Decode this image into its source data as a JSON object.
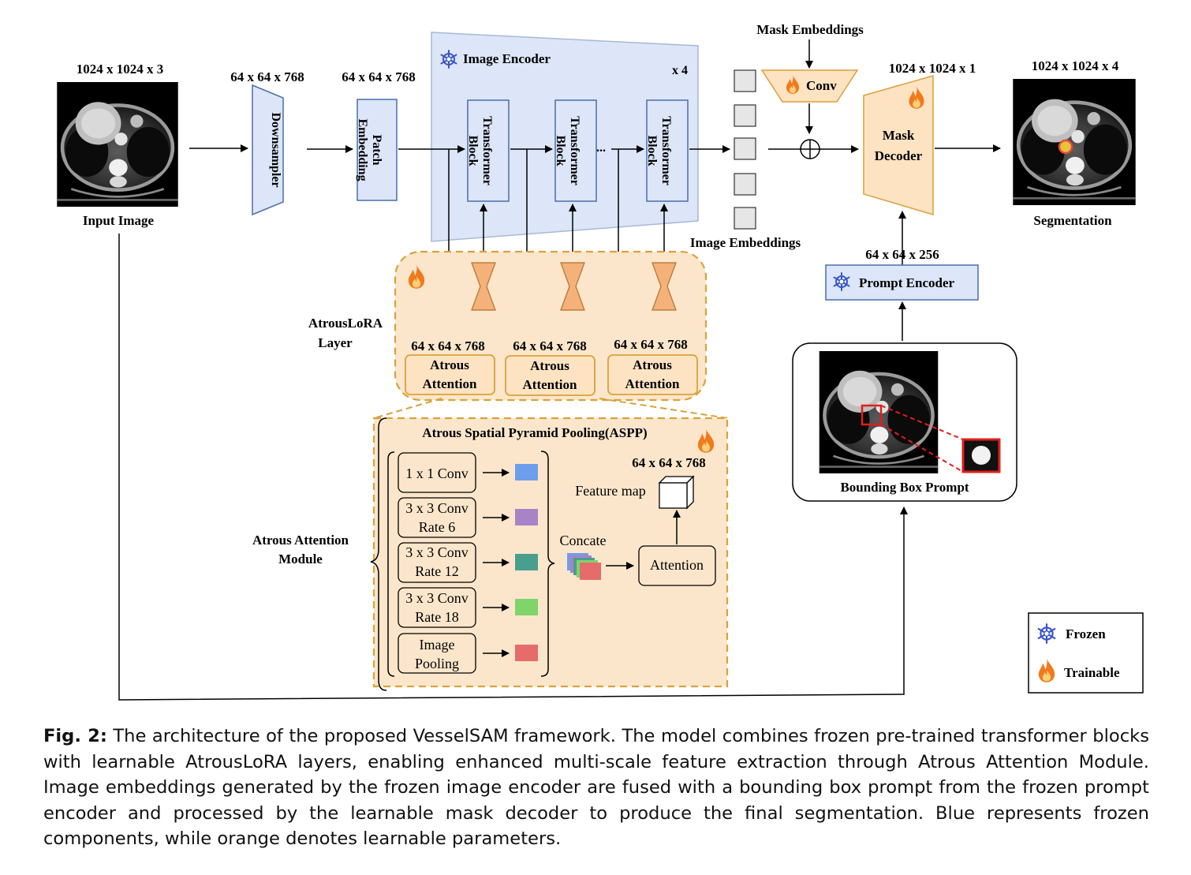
{
  "labels": {
    "input_dim": "1024 x 1024 x 3",
    "input_image": "Input Image",
    "down_dim": "64 x 64 x 768",
    "downsampler": "Downsampler",
    "patch_dim": "64 x 64 x 768",
    "patch_line1": "Patch",
    "patch_line2": "Embedding",
    "image_encoder": "Image Encoder",
    "x4": "x 4",
    "tb_line1": "Transformer",
    "tb_line2": "Block",
    "ellipsis": "...",
    "image_embeddings": "Image Embeddings",
    "mask_embeddings": "Mask Embeddings",
    "conv": "Conv",
    "mask_dim": "1024 x 1024 x 1",
    "mask_line1": "Mask",
    "mask_line2": "Decoder",
    "seg_dim": "1024 x 1024 x 4",
    "segmentation": "Segmentation",
    "prompt_dim": "64 x 64 x 256",
    "prompt_encoder": "Prompt Encoder",
    "bbox_prompt": "Bounding Box Prompt",
    "atrous_lora_line1": "AtrousLoRA",
    "atrous_lora_line2": "Layer",
    "att_dim": "64 x 64 x 768",
    "atrous_line1": "Atrous",
    "atrous_line2": "Attention",
    "aspp_title": "Atrous Spatial Pyramid Pooling(ASPP)",
    "aam_line1": "Atrous Attention",
    "aam_line2": "Module",
    "branches": [
      [
        "1 x 1 Conv"
      ],
      [
        "3 x 3 Conv",
        "Rate 6"
      ],
      [
        "3 x 3 Conv",
        "Rate 12"
      ],
      [
        "3 x 3 Conv",
        "Rate 18"
      ],
      [
        "Image",
        "Pooling"
      ]
    ],
    "concate": "Concate",
    "attention": "Attention",
    "feature_map": "Feature map",
    "fm_dim": "64 x 64 x 768",
    "legend_frozen": "Frozen",
    "legend_trainable": "Trainable"
  },
  "colors": {
    "frozen_fill": "#dce6f8",
    "frozen_stroke": "#7f9cc6",
    "trainable_fill": "#fde3c2",
    "trainable_stroke": "#d9a23a",
    "branch_colors": [
      "#6d9eeb",
      "#a884c7",
      "#4a9e8e",
      "#7fd46a",
      "#e66b6b"
    ]
  },
  "icons": {
    "frozen": "snowflake-icon",
    "trainable": "flame-icon"
  },
  "caption": {
    "label": "Fig. 2:",
    "text": " The architecture of the proposed VesselSAM framework. The model combines frozen pre-trained transformer blocks with learnable AtrousLoRA layers, enabling enhanced multi-scale feature extraction through Atrous Attention Module. Image embeddings generated by the frozen image encoder are fused with a bounding box prompt from the frozen prompt encoder and processed by the learnable mask decoder to produce the final segmentation. Blue represents frozen components, while orange denotes learnable parameters."
  }
}
